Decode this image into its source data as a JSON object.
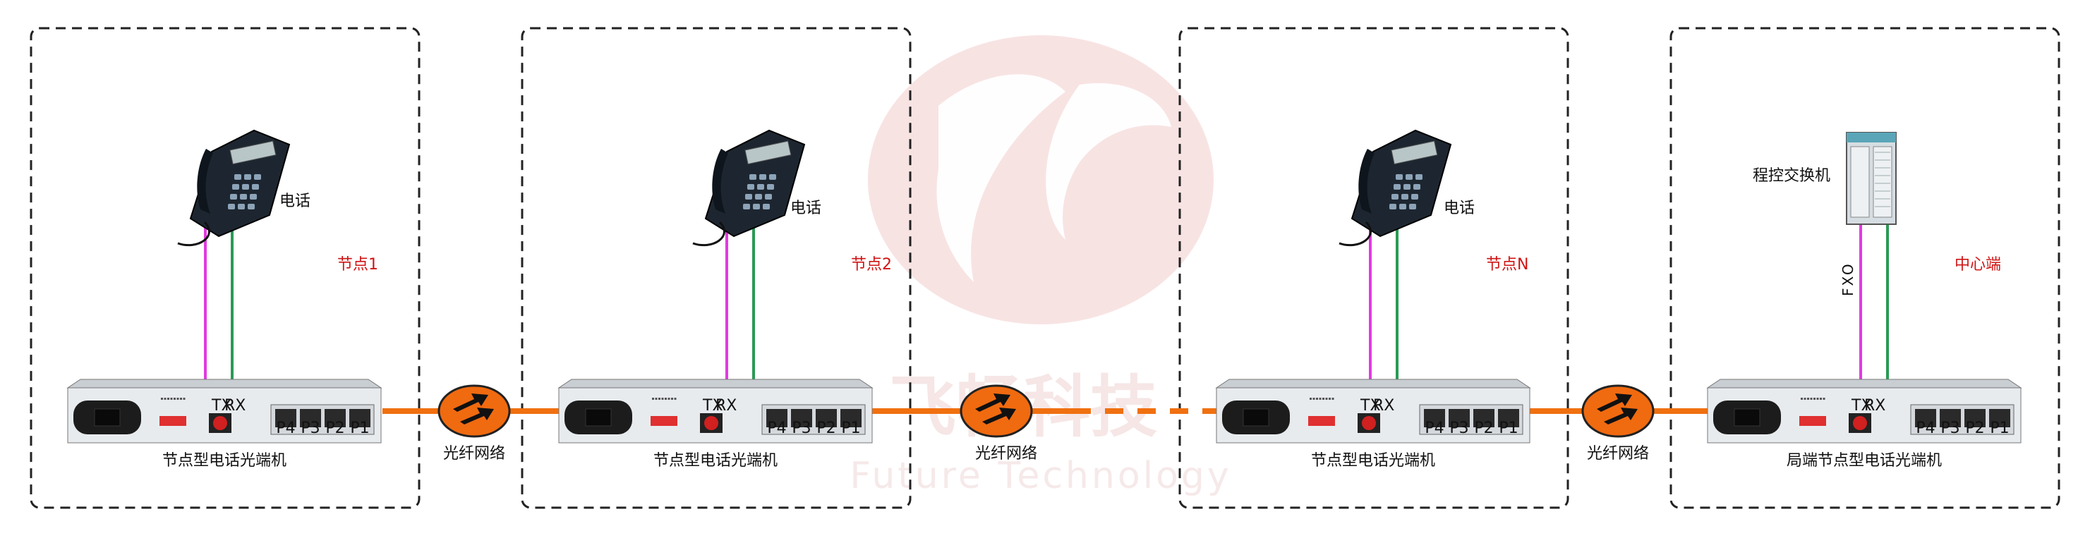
{
  "watermark": {
    "brand_cn": "飞畅科技",
    "brand_en": "Future Technology"
  },
  "colors": {
    "fiber": "#f07010",
    "cloud": "#f06a10",
    "wire_magenta": "#e23ae0",
    "wire_green": "#2a9a55",
    "node_label": "#d01414",
    "box_border": "#222222",
    "watermark": "#f3d3d3"
  },
  "nodes": [
    {
      "node_label": "节点1",
      "phone_label": "电话",
      "device_label": "节点型电话光端机"
    },
    {
      "node_label": "节点2",
      "phone_label": "电话",
      "device_label": "节点型电话光端机"
    },
    {
      "node_label": "节点N",
      "phone_label": "电话",
      "device_label": "节点型电话光端机"
    },
    {
      "node_label": "中心端",
      "exchange_label": "程控交换机",
      "interface_label": "FXO",
      "device_label": "局端节点型电话光端机"
    }
  ],
  "networks": [
    {
      "label": "光纤网络"
    },
    {
      "label": "光纤网络"
    },
    {
      "label": "光纤网络"
    }
  ],
  "device_panel": {
    "port_labels": [
      "P4",
      "P3",
      "P2",
      "P1"
    ],
    "fiber_labels": [
      "TX",
      "RX"
    ]
  }
}
